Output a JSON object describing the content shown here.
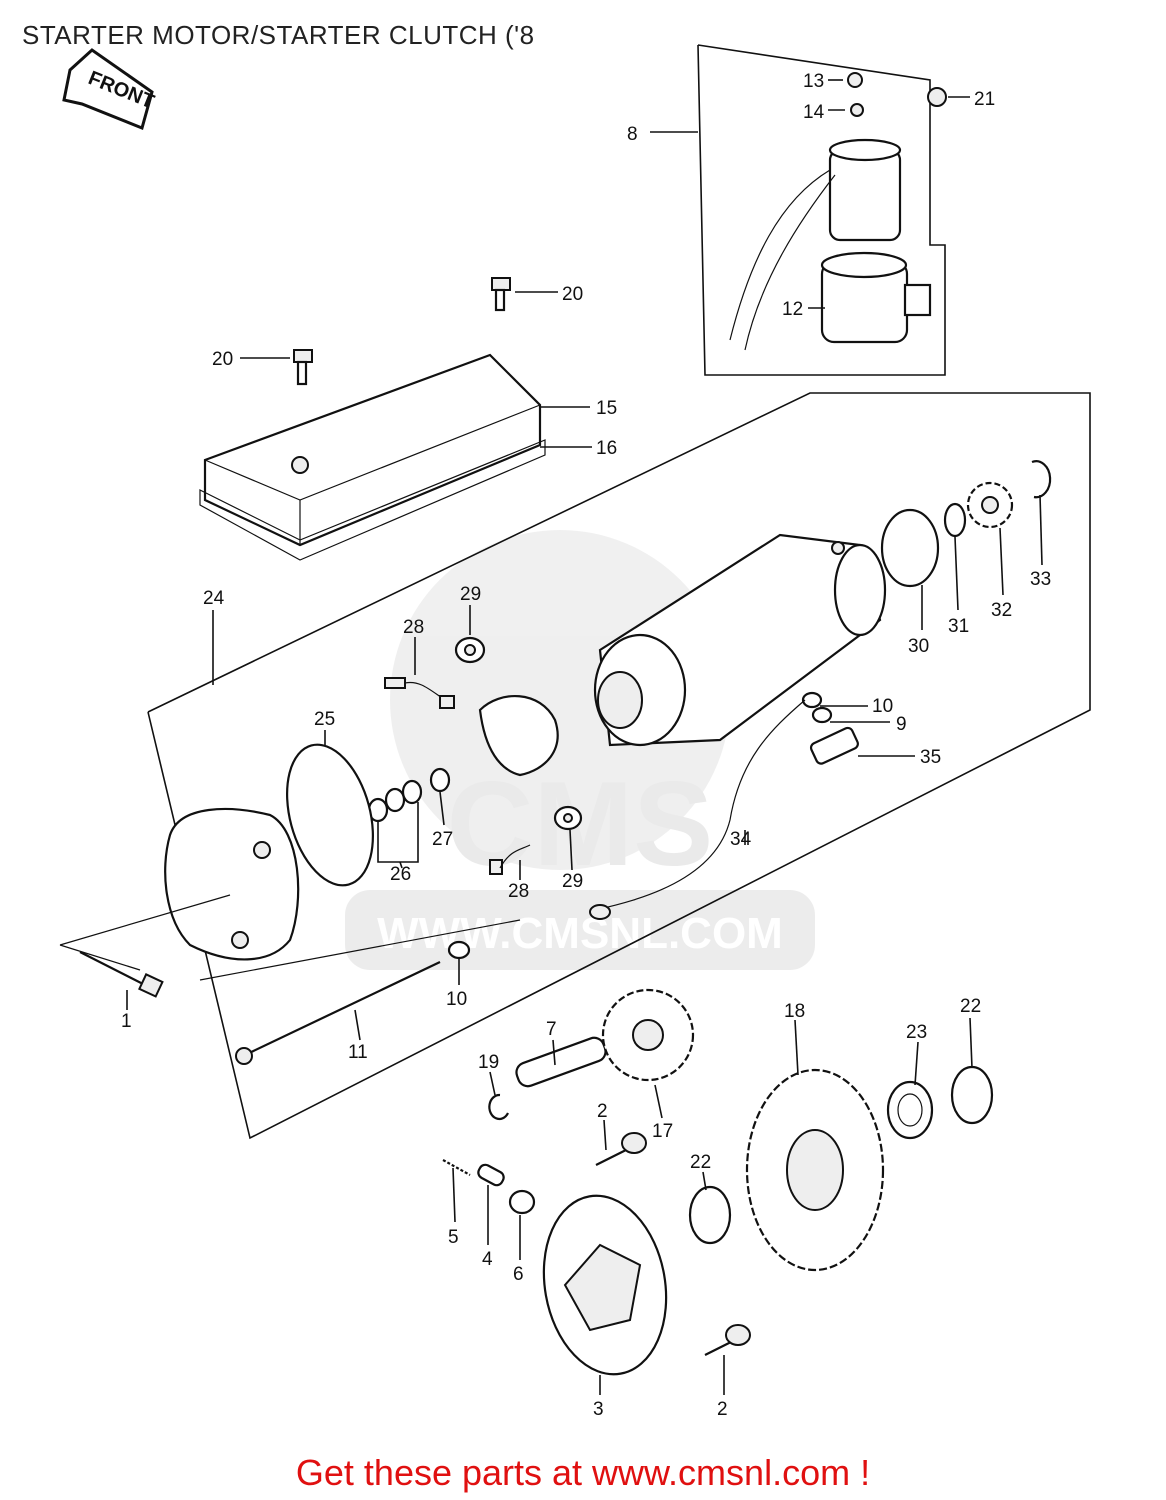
{
  "header": {
    "title": "STARTER MOTOR/STARTER CLUTCH ('8"
  },
  "front_tag": "FRONT",
  "watermark": {
    "brand": "CMS",
    "url": "WWW.CMSNL.COM"
  },
  "callouts": [
    {
      "id": "c13",
      "text": "13"
    },
    {
      "id": "c14",
      "text": "14"
    },
    {
      "id": "c21",
      "text": "21"
    },
    {
      "id": "c8",
      "text": "8"
    },
    {
      "id": "c20a",
      "text": "20"
    },
    {
      "id": "c12",
      "text": "12"
    },
    {
      "id": "c20b",
      "text": "20"
    },
    {
      "id": "c15",
      "text": "15"
    },
    {
      "id": "c16",
      "text": "16"
    },
    {
      "id": "c24",
      "text": "24"
    },
    {
      "id": "c29a",
      "text": "29"
    },
    {
      "id": "c28a",
      "text": "28"
    },
    {
      "id": "c30",
      "text": "30"
    },
    {
      "id": "c31",
      "text": "31"
    },
    {
      "id": "c32",
      "text": "32"
    },
    {
      "id": "c33",
      "text": "33"
    },
    {
      "id": "c25",
      "text": "25"
    },
    {
      "id": "c10a",
      "text": "10"
    },
    {
      "id": "c9",
      "text": "9"
    },
    {
      "id": "c35",
      "text": "35"
    },
    {
      "id": "c27",
      "text": "27"
    },
    {
      "id": "c26",
      "text": "26"
    },
    {
      "id": "c34",
      "text": "34"
    },
    {
      "id": "c28b",
      "text": "28"
    },
    {
      "id": "c29b",
      "text": "29"
    },
    {
      "id": "c10b",
      "text": "10"
    },
    {
      "id": "c1",
      "text": "1"
    },
    {
      "id": "c11",
      "text": "11"
    },
    {
      "id": "c7",
      "text": "7"
    },
    {
      "id": "c18",
      "text": "18"
    },
    {
      "id": "c23",
      "text": "23"
    },
    {
      "id": "c22a",
      "text": "22"
    },
    {
      "id": "c19",
      "text": "19"
    },
    {
      "id": "c2a",
      "text": "2"
    },
    {
      "id": "c17",
      "text": "17"
    },
    {
      "id": "c22b",
      "text": "22"
    },
    {
      "id": "c5",
      "text": "5"
    },
    {
      "id": "c4",
      "text": "4"
    },
    {
      "id": "c6",
      "text": "6"
    },
    {
      "id": "c3",
      "text": "3"
    },
    {
      "id": "c2b",
      "text": "2"
    }
  ],
  "footer": {
    "cta_prefix": "Get these parts at ",
    "cta_link": "www.cmsnl.com",
    "cta_suffix": " !"
  }
}
